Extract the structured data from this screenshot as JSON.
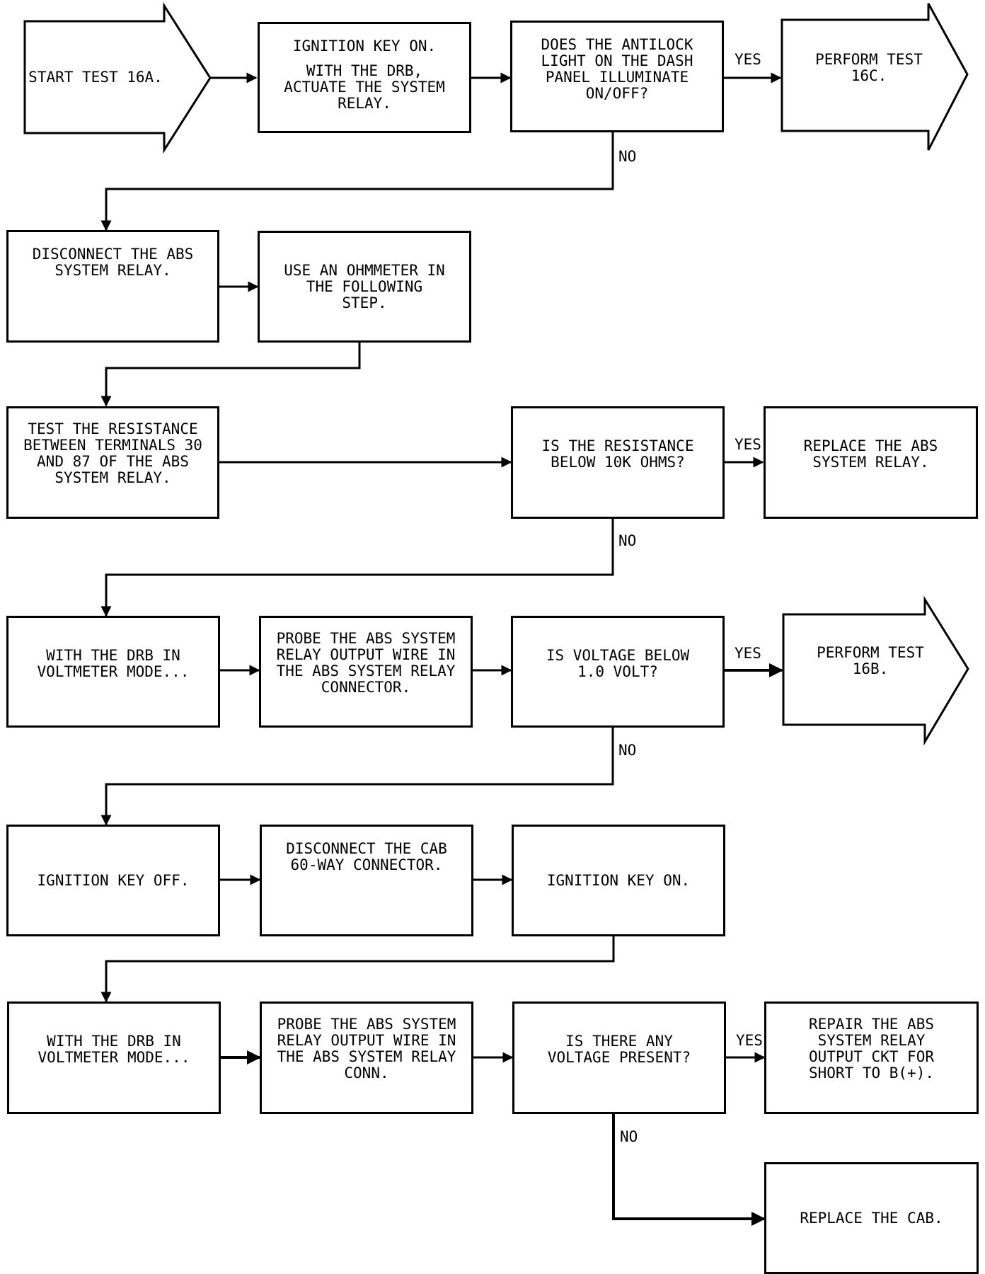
{
  "nodes": {
    "start_test_16a": {
      "lines": [
        "START TEST 16A."
      ]
    },
    "ignition_on_1": {
      "lines": [
        "IGNITION KEY ON.",
        "",
        "WITH THE DRB,",
        "ACTUATE THE SYSTEM",
        "RELAY."
      ]
    },
    "antilock_light_question": {
      "lines": [
        "DOES THE ANTILOCK",
        "LIGHT ON THE DASH",
        "PANEL ILLUMINATE",
        "ON/OFF?"
      ]
    },
    "perform_test_16c": {
      "lines": [
        "PERFORM TEST",
        "16C."
      ]
    },
    "disconnect_relay": {
      "lines": [
        "DISCONNECT THE ABS",
        "SYSTEM RELAY."
      ]
    },
    "use_ohmmeter": {
      "lines": [
        "USE AN OHMMETER IN",
        "THE FOLLOWING",
        "STEP."
      ]
    },
    "test_resistance": {
      "lines": [
        "TEST THE RESISTANCE",
        "BETWEEN TERMINALS 30",
        "AND 87 OF THE ABS",
        "SYSTEM RELAY."
      ]
    },
    "resistance_question": {
      "lines": [
        "IS THE RESISTANCE",
        "BELOW 10K OHMS?"
      ]
    },
    "replace_relay": {
      "lines": [
        "REPLACE THE ABS",
        "SYSTEM RELAY."
      ]
    },
    "drb_voltmeter_1": {
      "lines": [
        "WITH THE DRB IN",
        "VOLTMETER MODE..."
      ]
    },
    "probe_connector": {
      "lines": [
        "PROBE THE ABS SYSTEM",
        "RELAY OUTPUT WIRE IN",
        "THE ABS SYSTEM RELAY",
        "CONNECTOR."
      ]
    },
    "voltage_question": {
      "lines": [
        "IS VOLTAGE BELOW",
        "1.0 VOLT?"
      ]
    },
    "perform_test_16b": {
      "lines": [
        "PERFORM TEST",
        "16B."
      ]
    },
    "ignition_off": {
      "lines": [
        "IGNITION KEY OFF."
      ]
    },
    "disconnect_cab": {
      "lines": [
        "DISCONNECT THE CAB",
        "60-WAY CONNECTOR."
      ]
    },
    "ignition_on_2": {
      "lines": [
        "IGNITION KEY ON."
      ]
    },
    "drb_voltmeter_2": {
      "lines": [
        "WITH THE DRB IN",
        "VOLTMETER MODE..."
      ]
    },
    "probe_conn": {
      "lines": [
        "PROBE THE ABS SYSTEM",
        "RELAY OUTPUT WIRE IN",
        "THE ABS SYSTEM RELAY",
        "CONN."
      ]
    },
    "any_voltage_question": {
      "lines": [
        "IS THERE ANY",
        "VOLTAGE PRESENT?"
      ]
    },
    "repair_short": {
      "lines": [
        "REPAIR THE ABS",
        "SYSTEM RELAY",
        "OUTPUT CKT FOR",
        "SHORT TO B(+)."
      ]
    },
    "replace_cab": {
      "lines": [
        "REPLACE THE CAB."
      ]
    }
  },
  "labels": {
    "yes_1": "YES",
    "no_1": "NO",
    "yes_2": "YES",
    "no_2": "NO",
    "yes_3": "YES",
    "no_3": "NO",
    "yes_4": "YES",
    "no_4": "NO"
  }
}
